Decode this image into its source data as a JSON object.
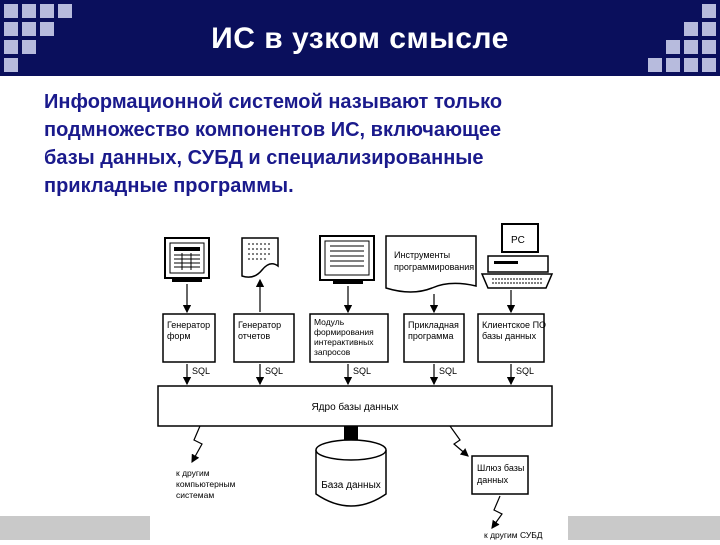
{
  "slide": {
    "title": "ИС в узком смысле",
    "intro_lines": [
      "Информационной системой называют только",
      "подмножество компонентов ИС, включающее",
      "базы данных, СУБД и специализированные",
      "прикладные программы."
    ]
  },
  "diagram": {
    "modules": {
      "form_gen": [
        "Генератор",
        "форм"
      ],
      "report_gen": [
        "Генератор",
        "отчетов"
      ],
      "query_module": [
        "Модуль",
        "формирования",
        "интерактивных",
        "запросов"
      ],
      "app_program": [
        "Прикладная",
        "программа"
      ],
      "client_sw": [
        "Клиентское ПО",
        "базы данных"
      ]
    },
    "sql_label": "SQL",
    "core": "Ядро базы данных",
    "database": "База данных",
    "tools": [
      "Инструменты",
      "программирования"
    ],
    "pc": "PC",
    "gateway": [
      "Шлюз базы",
      "данных"
    ],
    "other_systems": [
      "к другим",
      "компьютерным",
      "системам"
    ],
    "other_dbms": "к другим СУБД"
  }
}
